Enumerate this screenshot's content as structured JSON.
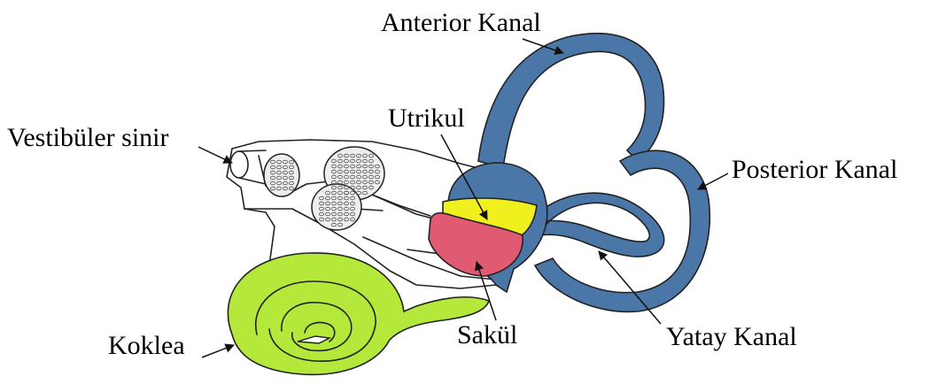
{
  "labels": {
    "anterior_kanal": "Anterior Kanal",
    "utrikul": "Utrikul",
    "vestibuler_sinir": "Vestibüler sinir",
    "posterior_kanal": "Posterior Kanal",
    "yatay_kanal": "Yatay Kanal",
    "sakul": "Sakül",
    "koklea": "Koklea"
  },
  "colors": {
    "canals": "#4a77a8",
    "utrikul": "#f0f01e",
    "sakul": "#e05a72",
    "koklea": "#b4e83a",
    "outline": "#222222"
  }
}
